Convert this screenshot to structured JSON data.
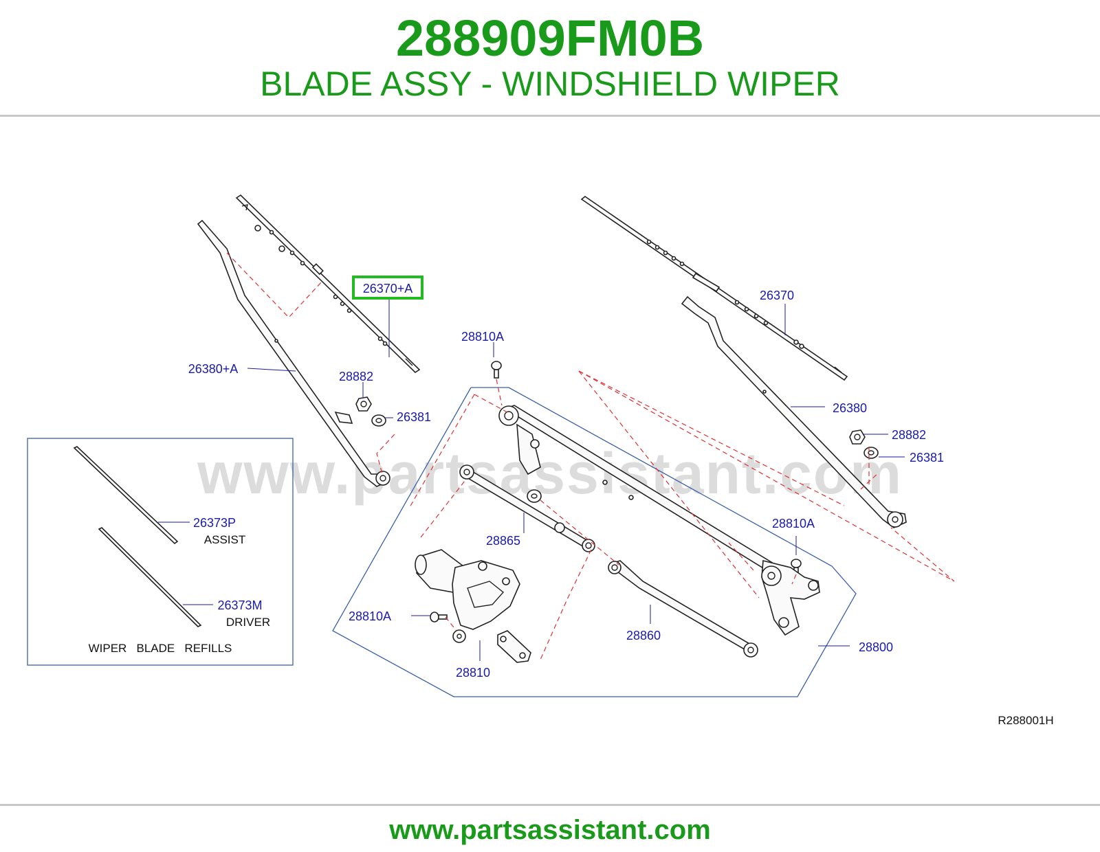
{
  "header": {
    "part_number": "288909FM0B",
    "part_name": "BLADE ASSY - WINDSHIELD WIPER"
  },
  "watermark": "www.partsassistant.com",
  "diagram": {
    "callouts": {
      "c_26370_a": "26370+A",
      "c_26370": "26370",
      "c_26380_a": "26380+A",
      "c_26380": "26380",
      "c_28882_l": "28882",
      "c_28882_r": "28882",
      "c_26381_l": "26381",
      "c_26381_r": "26381",
      "c_28810a_top": "28810A",
      "c_28810a_right": "28810A",
      "c_28810a_left": "28810A",
      "c_28865": "28865",
      "c_28860": "28860",
      "c_28810": "28810",
      "c_28800": "28800",
      "c_26373p": "26373P",
      "c_26373m": "26373M"
    },
    "refills_box": {
      "assist_label": "ASSIST",
      "driver_label": "DRIVER",
      "caption": "WIPER   BLADE   REFILLS"
    },
    "reference_code": "R288001H",
    "highlight_color": "#22bb22"
  },
  "footer": {
    "url": "www.partsassistant.com"
  }
}
